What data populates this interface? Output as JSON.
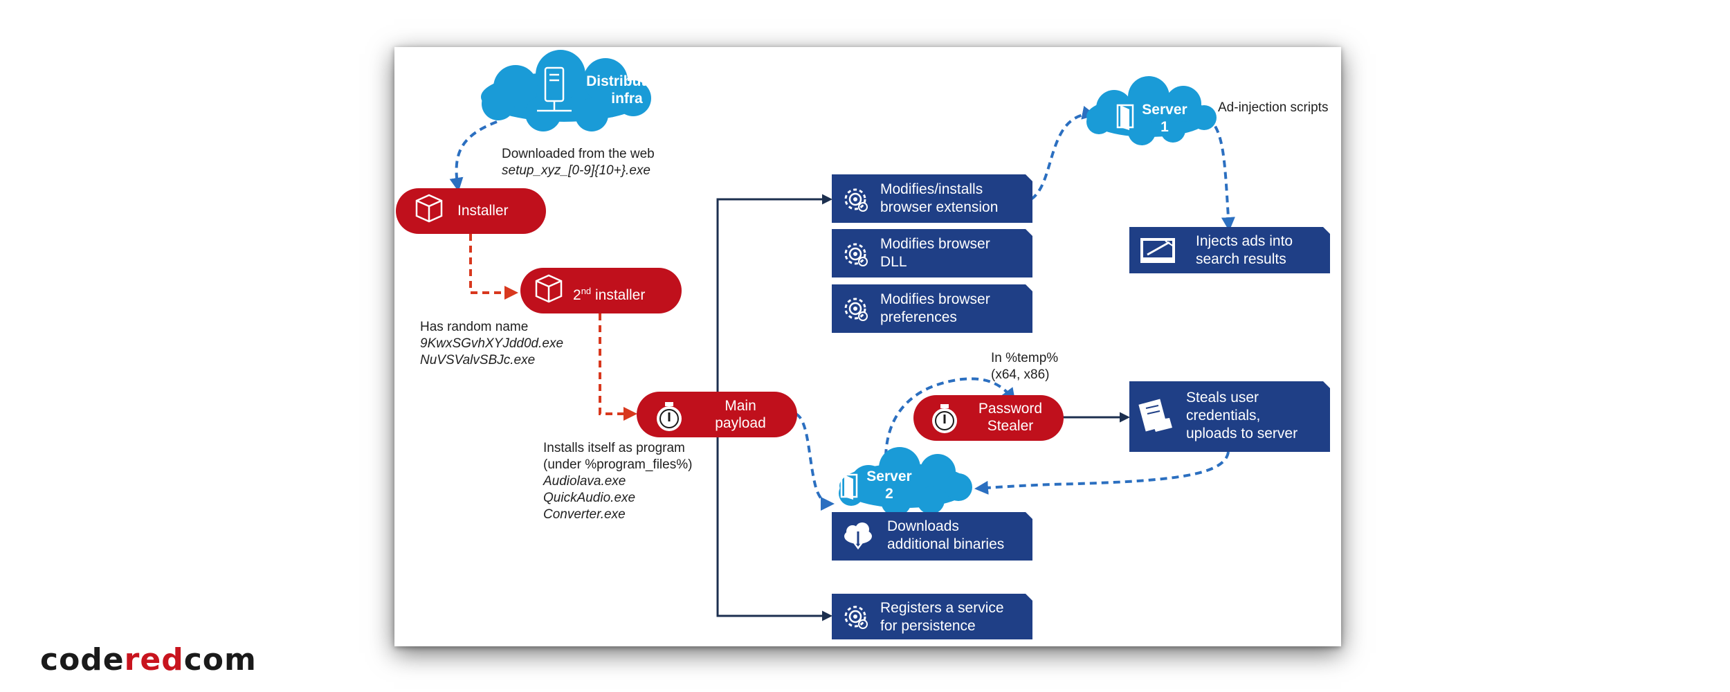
{
  "logo": {
    "part1": "code",
    "part2": "red",
    "part3": "com"
  },
  "nodes": {
    "distribution": {
      "line1": "Distribution",
      "line2": "infra"
    },
    "server1": {
      "line1": "Server",
      "line2": "1"
    },
    "server2": {
      "line1": "Server",
      "line2": "2"
    },
    "installer": {
      "label": "Installer"
    },
    "installer2": {
      "label_main": "2",
      "label_sup": "nd",
      "label_rest": " installer"
    },
    "main_payload": {
      "line1": "Main",
      "line2": "payload"
    },
    "password_stealer": {
      "line1": "Password",
      "line2": "Stealer"
    },
    "box_extension": {
      "line1": "Modifies/installs",
      "line2": "browser extension"
    },
    "box_dll": {
      "line1": "Modifies browser",
      "line2": "DLL"
    },
    "box_prefs": {
      "line1": "Modifies browser",
      "line2": "preferences"
    },
    "box_injects": {
      "line1": "Injects ads into",
      "line2": "search results"
    },
    "box_steals": {
      "line1": "Steals user",
      "line2": "credentials,",
      "line3": "uploads to server"
    },
    "box_downloads": {
      "line1": "Downloads",
      "line2": "additional binaries"
    },
    "box_service": {
      "line1": "Registers a service",
      "line2": "for persistence"
    }
  },
  "annotations": {
    "downloaded": {
      "line1": "Downloaded from the web",
      "line2": "setup_xyz_[0-9]{10+}.exe"
    },
    "random_name": {
      "line1": "Has random name",
      "line2": "9KwxSGvhXYJdd0d.exe",
      "line3": "NuVSValvSBJc.exe"
    },
    "installs": {
      "line1": "Installs itself as program",
      "line2": "(under %program_files%)",
      "line3": "Audiolava.exe",
      "line4": "QuickAudio.exe",
      "line5": "Converter.exe"
    },
    "temp": {
      "line1": "In %temp%",
      "line2": "(x64, x86)"
    },
    "ad_injection": {
      "label": "Ad-injection scripts"
    }
  },
  "colors": {
    "red": "#c0101c",
    "red_dashed": "#d8381e",
    "navy": "#1f3f86",
    "cloud": "#1a9bd7",
    "blue_dashed": "#2b6fc0",
    "dark_line": "#1c2f4f"
  },
  "icons": [
    "server-rack-icon",
    "package-box-icon",
    "door-icon",
    "bomb-icon",
    "gear-icon",
    "monitor-syringe-icon",
    "hand-document-icon",
    "cloud-download-icon"
  ]
}
